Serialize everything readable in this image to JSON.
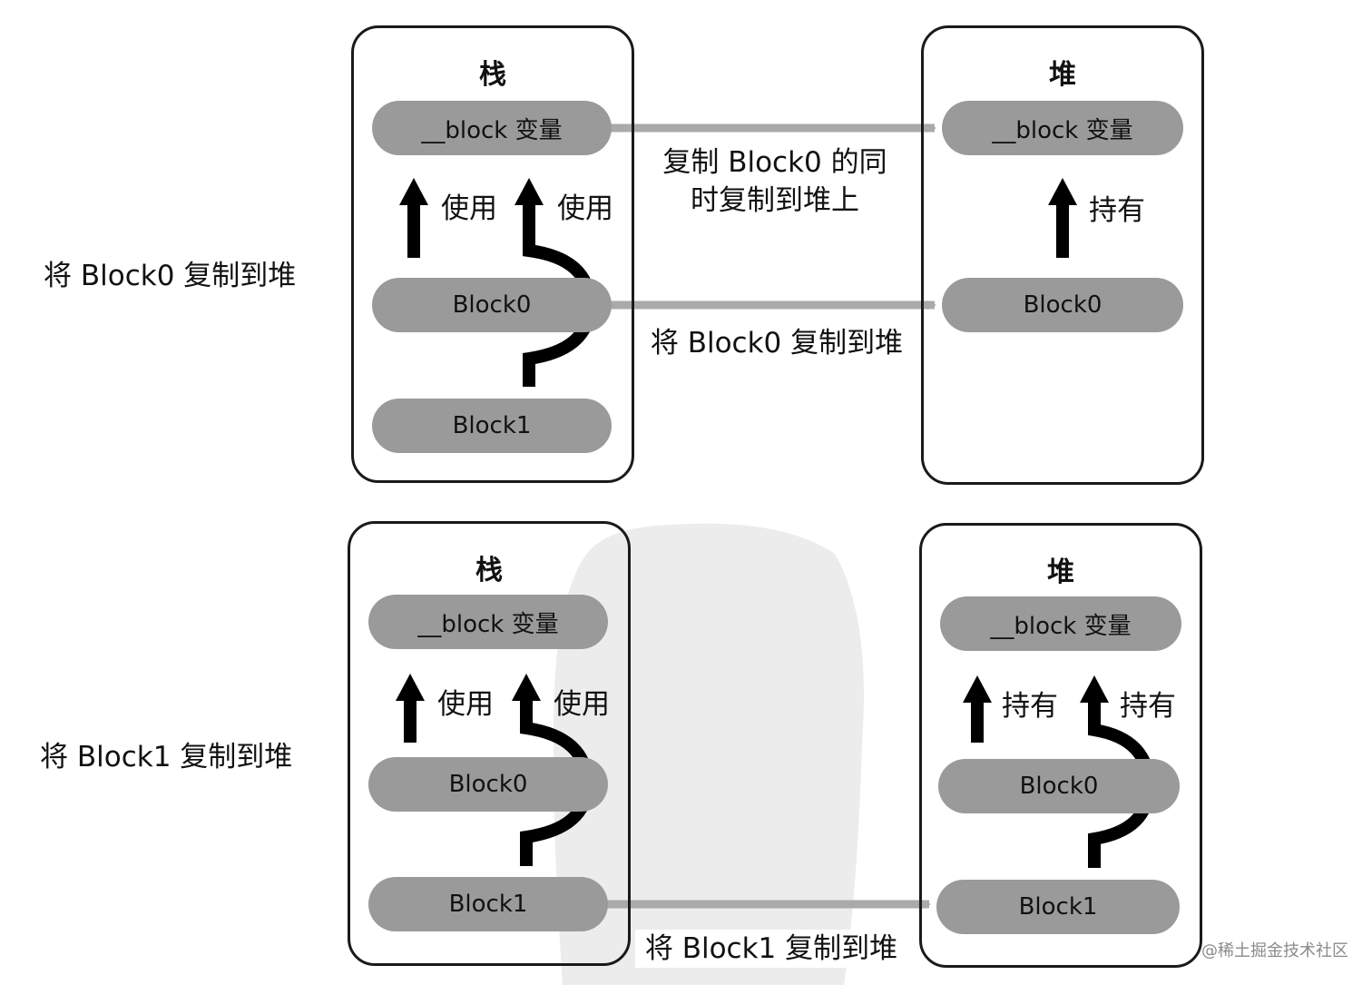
{
  "side_labels": {
    "top": "将 Block0 复制到堆",
    "bottom": "将 Block1 复制到堆"
  },
  "top": {
    "stack": {
      "title": "栈",
      "var": "__block 变量",
      "b0": "Block0",
      "b1": "Block1",
      "use_left": "使用",
      "use_right": "使用"
    },
    "heap": {
      "title": "堆",
      "var": "__block 变量",
      "b0": "Block0",
      "hold": "持有"
    },
    "caption_var": "复制 Block0 的同\n时复制到堆上",
    "caption_b0": "将 Block0 复制到堆"
  },
  "bottom": {
    "stack": {
      "title": "栈",
      "var": "__block 变量",
      "b0": "Block0",
      "b1": "Block1",
      "use_left": "使用",
      "use_right": "使用"
    },
    "heap": {
      "title": "堆",
      "var": "__block 变量",
      "b0": "Block0",
      "b1": "Block1",
      "hold_left": "持有",
      "hold_right": "持有"
    },
    "caption_b1": "将 Block1 复制到堆"
  },
  "credit": "@稀土掘金技术社区",
  "colors": {
    "pill": "#9a9a9a",
    "connector": "#aaaaaa",
    "arrow": "#000000",
    "border": "#1a1a1a"
  }
}
